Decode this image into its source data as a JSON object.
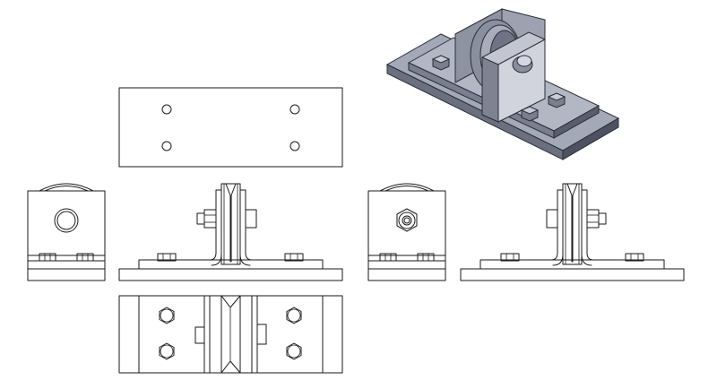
{
  "drawing": {
    "views": [
      "top-view",
      "left-side-view",
      "front-view",
      "right-side-view",
      "rear-view",
      "bottom-view",
      "isometric-view"
    ],
    "colors": {
      "line": "#1a1a1a",
      "background": "#ffffff",
      "iso_top": "#a4a9b8",
      "iso_side": "#6b7080",
      "iso_dark": "#3f4352",
      "iso_light": "#c9ccd6"
    }
  }
}
